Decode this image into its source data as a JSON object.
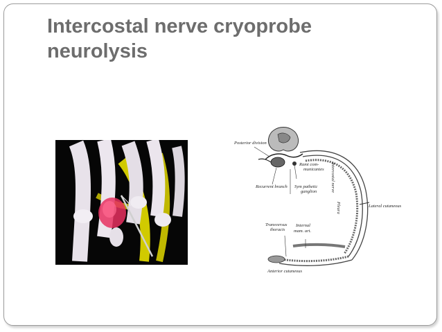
{
  "slide": {
    "title_line1": "Intercostal nerve cryoprobe",
    "title_line2": "neurolysis"
  },
  "diagram": {
    "labels": {
      "posterior_division": "Posterior division",
      "rami_communicantes_1": "Rami com-",
      "rami_communicantes_2": "municantes",
      "recurrent_branch": "Recurrent branch",
      "sympathetic_ganglion_1": "Sym pathetic",
      "sympathetic_ganglion_2": "ganglion",
      "intercostal_nerve": "Intercostal nerve",
      "pleura": "Pleura",
      "lateral_cutaneous": "Lateral cutaneous",
      "transversus_thoracis_1": "Transversus",
      "transversus_thoracis_2": "thoracis",
      "internal_mam_art_1": "Internal",
      "internal_mam_art_2": "mam. art.",
      "anterior_cutaneous": "Anterior cutaneous"
    }
  },
  "colors": {
    "title": "#6d6d6d",
    "frame_border": "#9a9a9a",
    "bone": "#e8e2ea",
    "yellow": "#e8e000",
    "red_highlight": "#e83060"
  }
}
